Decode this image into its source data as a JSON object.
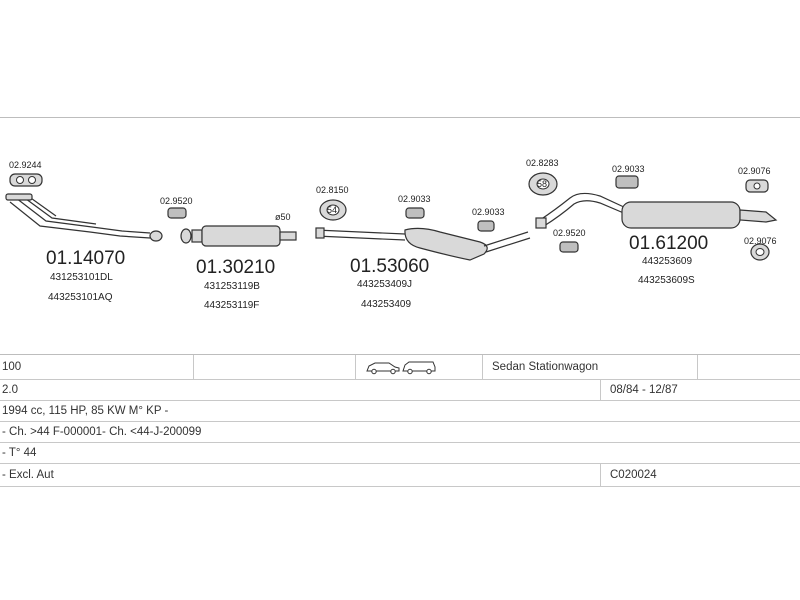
{
  "parts": {
    "clamp_front": "02.9244",
    "front_pipe": {
      "number": "01.14070",
      "refs": [
        "431253101DL",
        "443253101AQ"
      ]
    },
    "gasket_1": "02.9520",
    "front_silencer": {
      "number": "01.30210",
      "refs": [
        "431253119B",
        "443253119F"
      ],
      "diameter": "ø50"
    },
    "ring_1": "02.8150",
    "ring_1_label": "54",
    "clamp_1": "02.9033",
    "clamp_2": "02.9033",
    "middle_silencer": {
      "number": "01.53060",
      "refs": [
        "443253409J",
        "443253409"
      ]
    },
    "ring_2": "02.8283",
    "ring_2_label": "58",
    "clamp_3": "02.9033",
    "gasket_2": "02.9520",
    "rear_silencer": {
      "number": "01.61200",
      "refs": [
        "443253609",
        "443253609S"
      ]
    },
    "hanger_1": "02.9076",
    "hanger_2": "02.9076"
  },
  "table": {
    "model": "100",
    "body_types": "Sedan  Stationwagon",
    "engine": "2.0",
    "dates": "08/84 - 12/87",
    "spec": "1994 cc, 115 HP, 85 KW M° KP -",
    "chassis": "- Ch. >44 F-000001- Ch. <44-J-200099",
    "type": "- T° 44",
    "exclusion": "- Excl. Aut",
    "code": "C020024"
  }
}
